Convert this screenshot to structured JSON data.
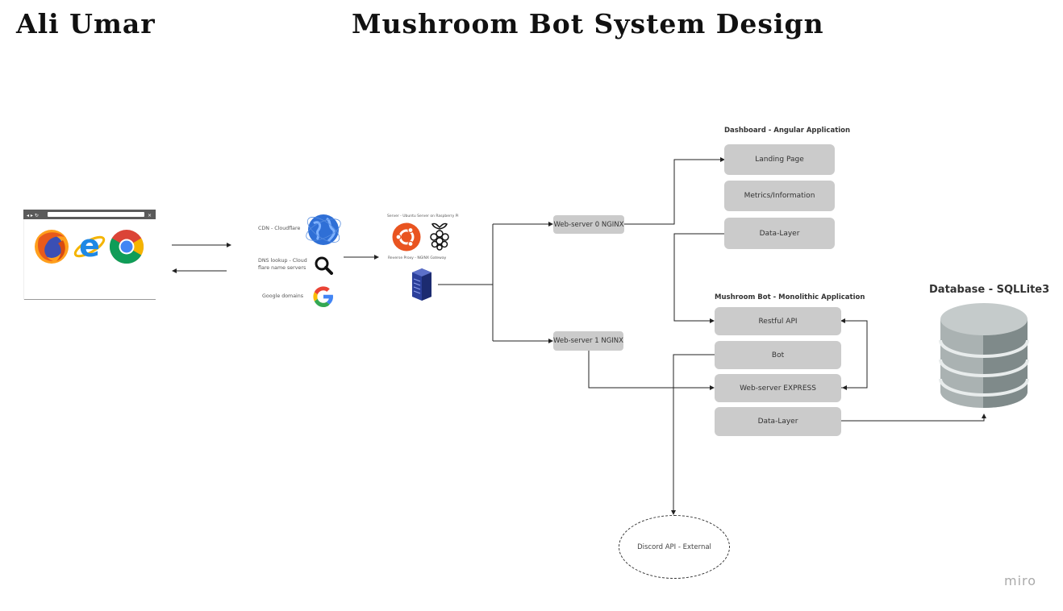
{
  "header": {
    "author": "Ali Umar",
    "title": "Mushroom Bot System Design"
  },
  "clients": {
    "browsers": [
      "firefox-icon",
      "internet-explorer-icon",
      "chrome-icon"
    ]
  },
  "dns": {
    "cdn_label": "CDN - Cloudflare",
    "lookup_label": "DNS lookup - Cloud flare name servers",
    "domains_label": "Google domains"
  },
  "server": {
    "title_label": "Server - Ubuntu Server on Raspberry Pi",
    "proxy_label": "Reverse Proxy - NGINX Gateway"
  },
  "webservers": {
    "ws0": "Web-server 0 NGINX",
    "ws1": "Web-server 1 NGINX"
  },
  "dashboard": {
    "title": "Dashboard - Angular Application",
    "items": [
      "Landing Page",
      "Metrics/Information",
      "Data-Layer"
    ]
  },
  "bot_app": {
    "title": "Mushroom Bot - Monolithic Application",
    "items": [
      "Restful API",
      "Bot",
      "Web-server EXPRESS",
      "Data-Layer"
    ]
  },
  "database": {
    "label": "Database - SQLLite3"
  },
  "external": {
    "discord": "Discord API - External"
  },
  "watermark": "miro",
  "colors": {
    "box_fill": "#cbcbcb",
    "cylinder_main": "#aab2b2",
    "cylinder_shade": "#7f8a8a",
    "ubuntu": "#e95420",
    "server_blue": "#2b3f9a"
  }
}
